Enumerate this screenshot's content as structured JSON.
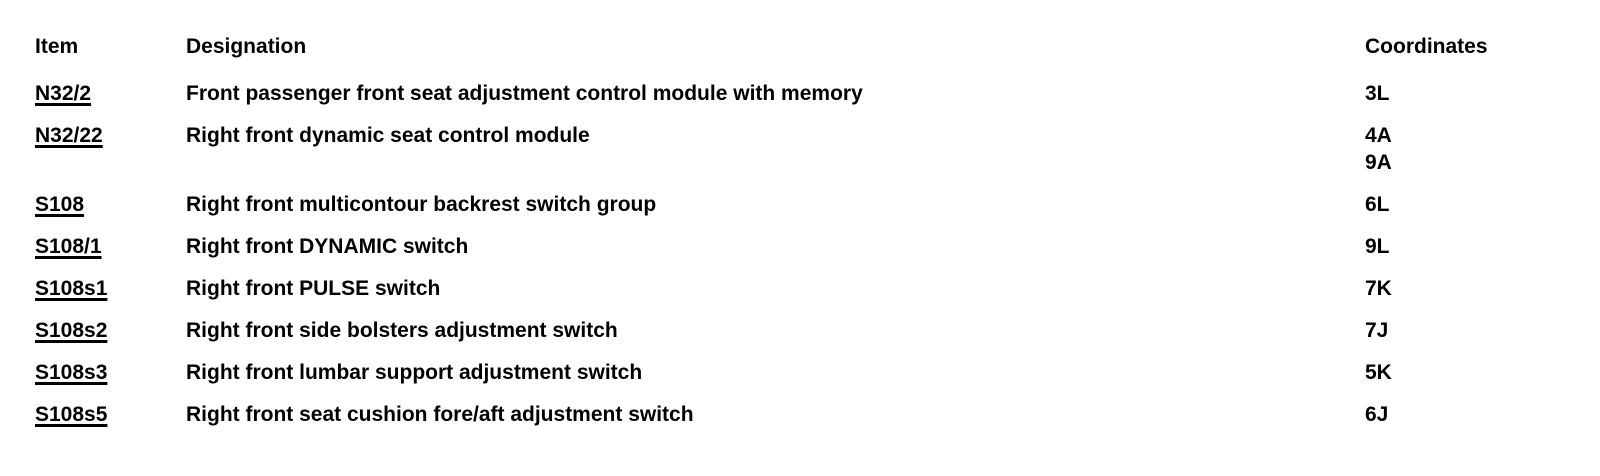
{
  "colors": {
    "text": "#000000",
    "background": "#ffffff"
  },
  "table": {
    "headers": {
      "item": "Item",
      "designation": "Designation",
      "coordinates": "Coordinates"
    },
    "rows": [
      {
        "item": "N32/2",
        "designation": "Front passenger front seat adjustment control module with memory",
        "coordinates": [
          "3L"
        ]
      },
      {
        "item": "N32/22",
        "designation": "Right front dynamic seat control module",
        "coordinates": [
          "4A",
          "9A"
        ]
      },
      {
        "item": "S108",
        "designation": "Right front multicontour backrest switch group",
        "coordinates": [
          "6L"
        ]
      },
      {
        "item": "S108/1",
        "designation": "Right front DYNAMIC switch",
        "coordinates": [
          "9L"
        ]
      },
      {
        "item": "S108s1",
        "designation": "Right front PULSE switch",
        "coordinates": [
          "7K"
        ]
      },
      {
        "item": "S108s2",
        "designation": "Right front side bolsters adjustment switch",
        "coordinates": [
          "7J"
        ]
      },
      {
        "item": "S108s3",
        "designation": "Right front lumbar support adjustment switch",
        "coordinates": [
          "5K"
        ]
      },
      {
        "item": "S108s5",
        "designation": "Right front seat cushion fore/aft adjustment switch",
        "coordinates": [
          "6J"
        ]
      }
    ]
  }
}
